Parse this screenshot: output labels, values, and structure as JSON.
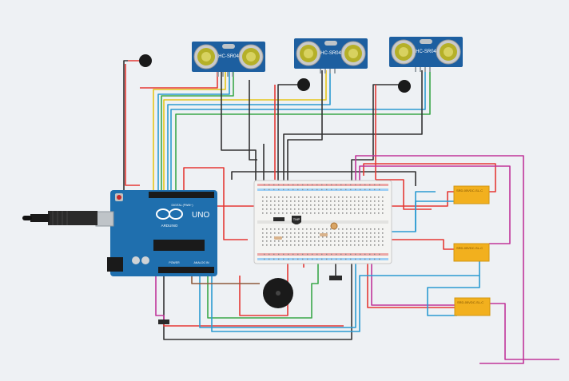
{
  "sensors": [
    {
      "model": "HC-SR04"
    },
    {
      "model": "HC-SR04"
    },
    {
      "model": "HC-SR04"
    }
  ],
  "arduino": {
    "brand": "ARDUINO",
    "model": "UNO",
    "header_digital": "DIGITAL (PWM~)",
    "header_power": "POWER",
    "header_analog": "ANALOG IN"
  },
  "relays": [
    {
      "part": "SRD-05VDC-SL-C"
    },
    {
      "part": "SRD-05VDC-SL-C"
    },
    {
      "part": "SRD-05VDC-SL-C"
    }
  ],
  "sensor_chip": {
    "label": "TMP"
  },
  "colors": {
    "background": "#eef1f4",
    "wire_red": "#e53935",
    "wire_black": "#333333",
    "wire_yellow": "#e6c619",
    "wire_blue": "#2b9bd1",
    "wire_green": "#3aa84a",
    "wire_magenta": "#c0359a",
    "wire_brown": "#8d5a3c",
    "arduino_board": "#1f6fae",
    "sensor_board": "#1d5fa0",
    "relay_body": "#f2b01e"
  }
}
